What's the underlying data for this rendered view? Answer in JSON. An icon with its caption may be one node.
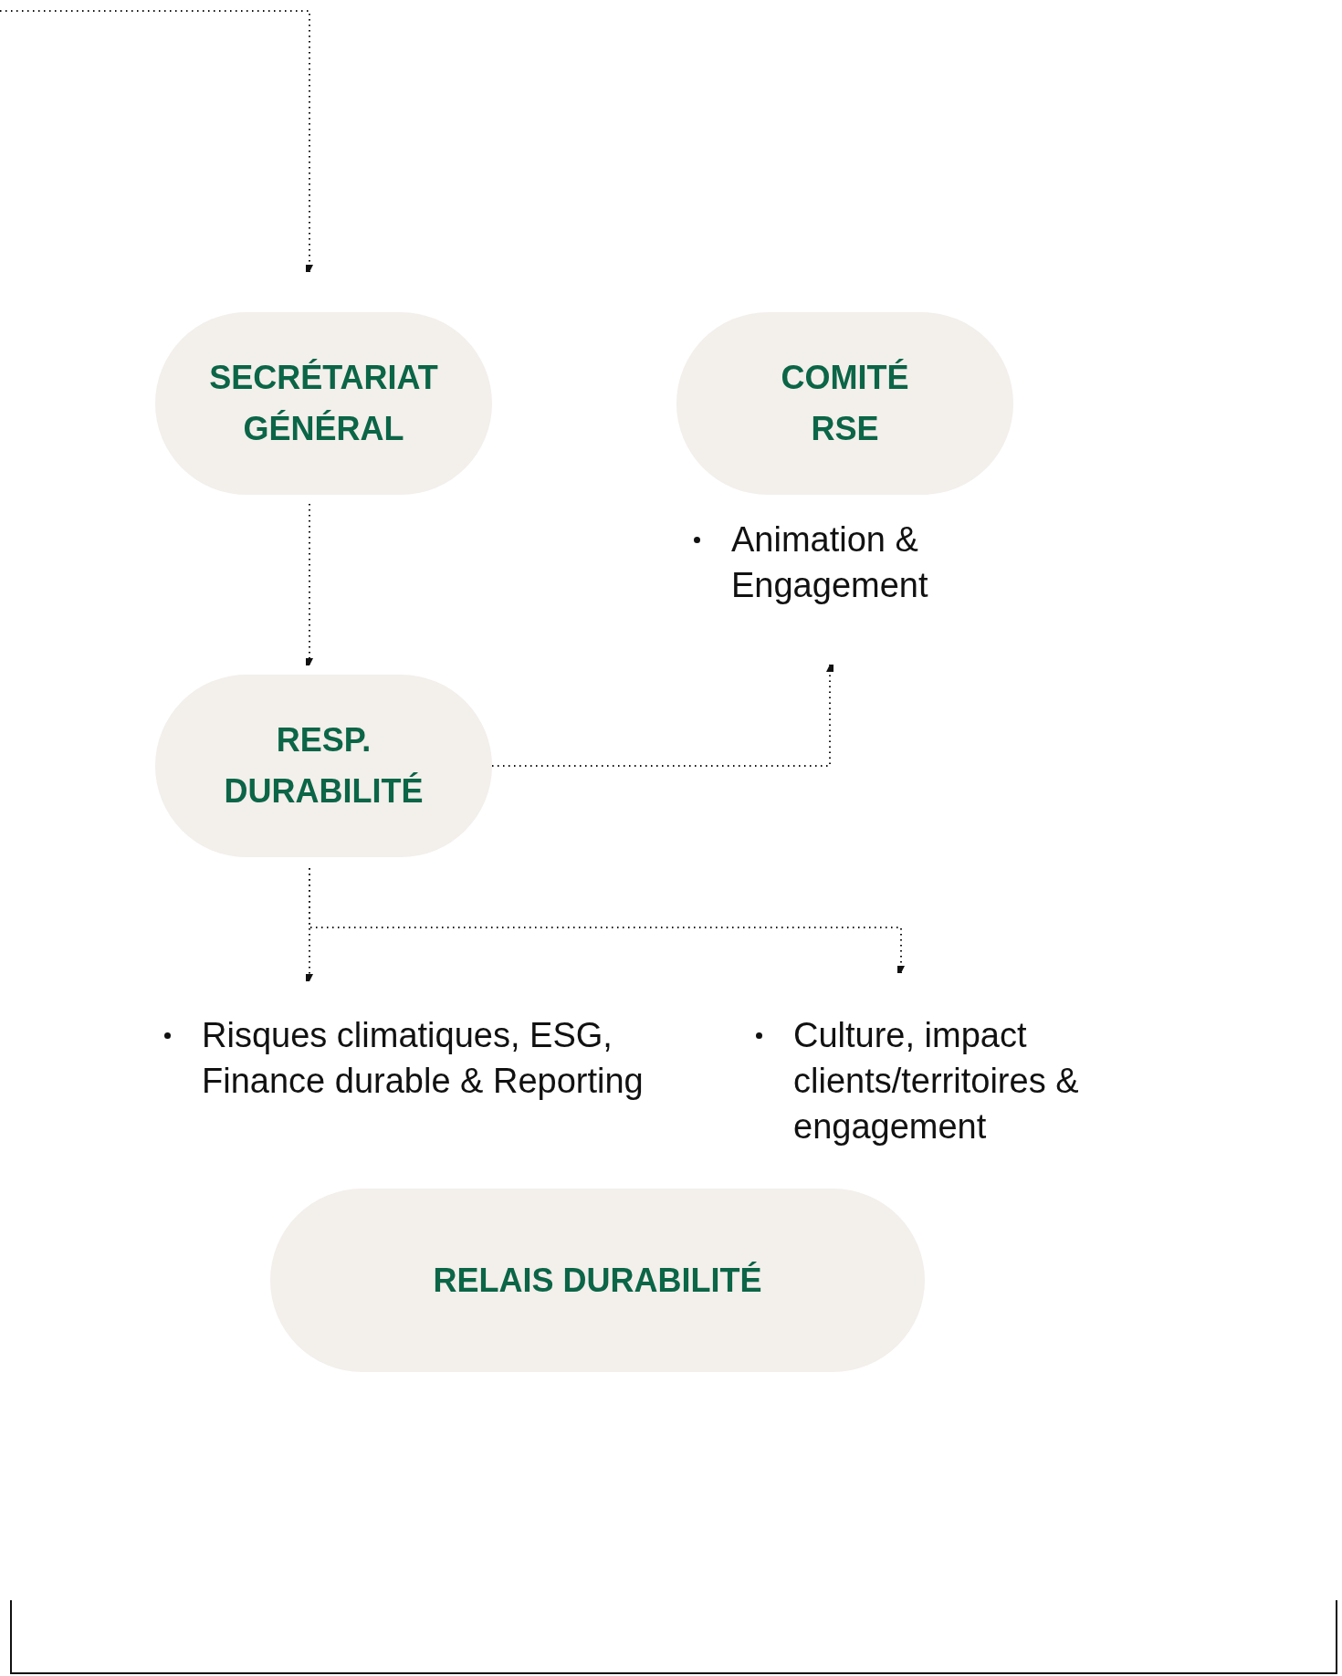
{
  "diagram": {
    "nodes": [
      {
        "text": [
          "SECRÉTARIAT GÉNÉRAL"
        ]
      },
      {
        "text": [
          "COMITÉ RSE"
        ]
      },
      {
        "text": [
          "Animation & Engagement"
        ]
      },
      {
        "text": [
          "RESP. DURABILITÉ"
        ]
      },
      {
        "text": [
          "Risques climatiques, ESG, Finance durable & Reporting"
        ]
      },
      {
        "text": [
          "Culture, impact clients/territoires & engagement"
        ]
      },
      {
        "text": [
          "RELAIS DURABILITÉ"
        ]
      }
    ],
    "edges": [
      {
        "from": null,
        "to": 0,
        "arrow": "to"
      },
      {
        "from": 0,
        "to": 3,
        "arrow": "to"
      },
      {
        "from": 3,
        "to": 2,
        "arrow": "to"
      },
      {
        "from": 3,
        "to": 4,
        "arrow": "to"
      },
      {
        "from": 3,
        "to": 5,
        "arrow": "to"
      }
    ]
  }
}
